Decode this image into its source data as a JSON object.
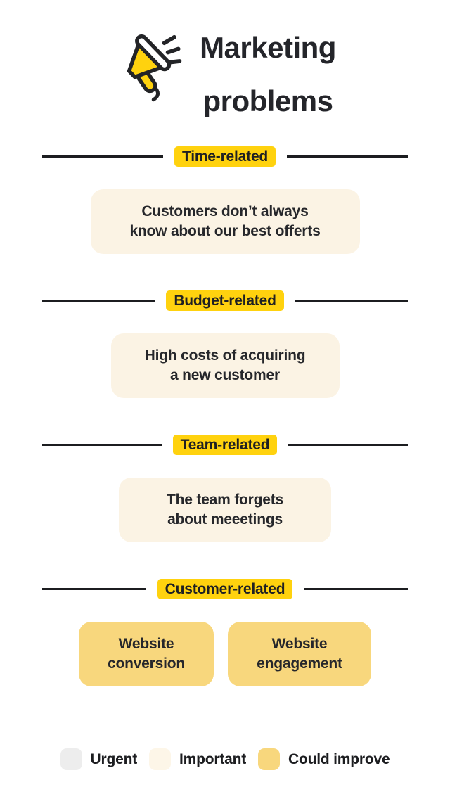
{
  "title": {
    "lines": [
      "Marketing",
      "problems"
    ],
    "icon": "megaphone-icon"
  },
  "colors": {
    "accent_yellow": "#FFD20E",
    "ink": "#1c1d20",
    "card_important": "#FBF3E4",
    "card_could_improve": "#F8D77D",
    "swatch_urgent": "#EDEDED",
    "swatch_important": "#FDF6E8",
    "swatch_could_improve": "#F8D77D"
  },
  "sections": [
    {
      "label": "Time-related",
      "cards": [
        {
          "status": "important",
          "lines": [
            "Customers don’t always",
            "know about our best offerts"
          ]
        }
      ]
    },
    {
      "label": "Budget-related",
      "cards": [
        {
          "status": "important",
          "lines": [
            "High costs of acquiring",
            "a new customer"
          ]
        }
      ]
    },
    {
      "label": "Team-related",
      "cards": [
        {
          "status": "important",
          "lines": [
            "The team forgets",
            "about meeetings"
          ]
        }
      ]
    },
    {
      "label": "Customer-related",
      "cards": [
        {
          "status": "could-improve",
          "lines": [
            "Website",
            "conversion"
          ]
        },
        {
          "status": "could-improve",
          "lines": [
            "Website",
            "engagement"
          ]
        }
      ]
    }
  ],
  "legend": {
    "items": [
      {
        "label": "Urgent",
        "color": "#EDEDED"
      },
      {
        "label": "Important",
        "color": "#FDF6E8"
      },
      {
        "label": "Could improve",
        "color": "#F8D77D"
      }
    ]
  }
}
